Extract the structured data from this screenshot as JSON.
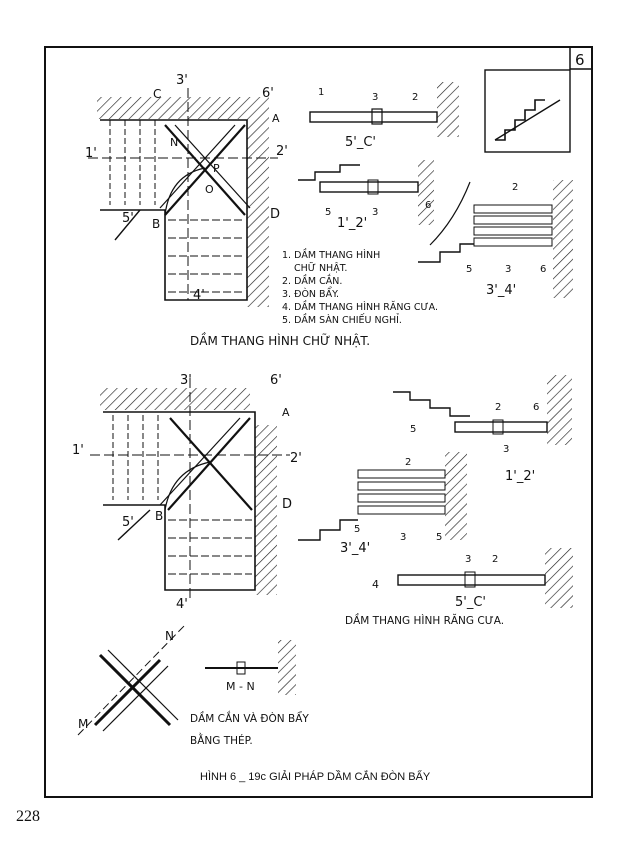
{
  "tag": "6",
  "top": {
    "sections": {
      "s5": "5'_C'",
      "s1": "1'_2'",
      "s3": "3'_4'"
    },
    "markers": [
      "3'",
      "6'",
      "C",
      "1'",
      "2'",
      "N",
      "O",
      "P",
      "D",
      "5'",
      "B",
      "4'",
      "A"
    ],
    "section_numbers": [
      "1",
      "3",
      "2",
      "2",
      "5",
      "3",
      "6",
      "5",
      "3",
      "6"
    ],
    "legend": [
      "1. DẦM THANG HÌNH",
      "CHỮ NHẬT.",
      "2. DẦM CẮN.",
      "3. ĐÒN BẨY.",
      "4. DẦM THANG HÌNH RĂNG CƯA.",
      "5. DẦM SÀN CHIẾU NGHỈ."
    ],
    "caption": "DẦM THANG HÌNH CHỮ NHẬT."
  },
  "middle": {
    "sections": {
      "s1": "1'_2'",
      "s3": "3'_4'",
      "s5": "5'_C'"
    },
    "markers": [
      "3'",
      "6'",
      "1'",
      "A",
      "2'",
      "D",
      "5'",
      "B",
      "4'"
    ],
    "section_numbers": [
      "2",
      "6",
      "5",
      "3",
      "2",
      "5",
      "3",
      "5",
      "3",
      "2",
      "4"
    ],
    "caption": "DẦM THANG HÌNH RĂNG CƯA."
  },
  "bottom": {
    "markers": [
      "N",
      "M",
      "M - N"
    ],
    "caption_line1": "DẦM CẮN VÀ ĐÒN BẨY",
    "caption_line2": "BẰNG THÉP."
  },
  "figure_caption": "HÌNH 6 _ 19c   GIẢI PHÁP DẦM CẮN ĐÒN BẨY",
  "page_number": "228"
}
